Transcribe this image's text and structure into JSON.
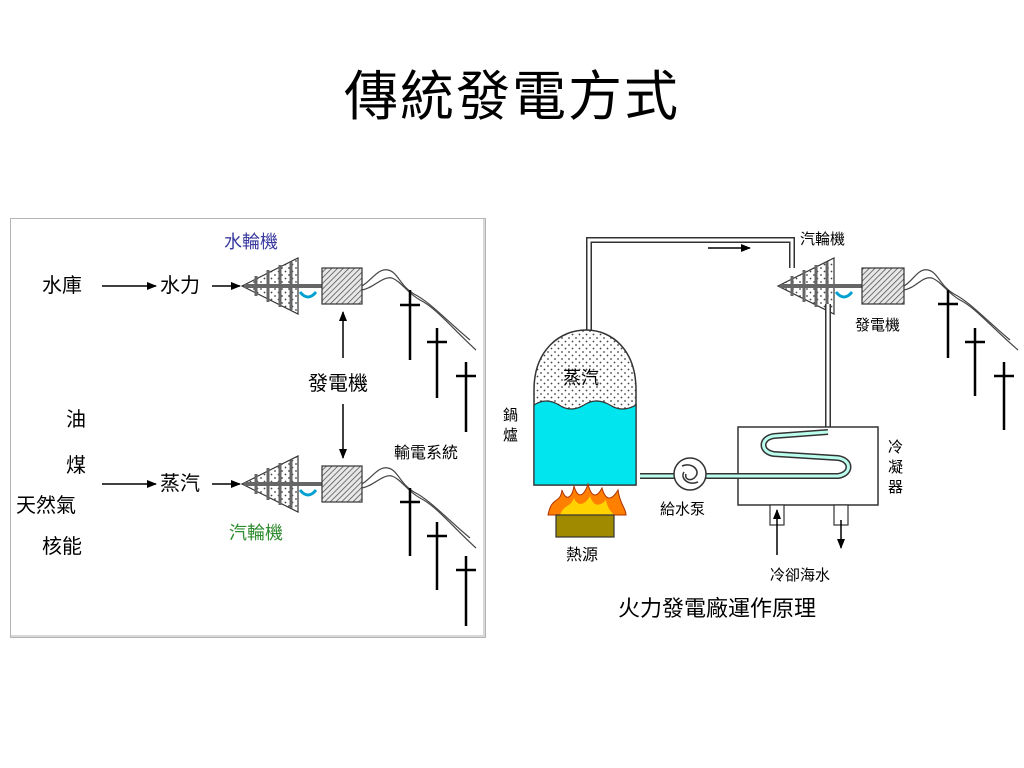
{
  "slide": {
    "title": "傳統發電方式"
  },
  "left_diagram": {
    "water_turbine": "水輪機",
    "reservoir": "水庫",
    "water_power": "水力",
    "generator": "發電機",
    "fuels": [
      "油",
      "煤",
      "天然氣",
      "核能"
    ],
    "steam": "蒸汽",
    "steam_turbine": "汽輪機",
    "transmission": "輸電系統"
  },
  "right_diagram": {
    "steam_turbine": "汽輪機",
    "generator": "發電機",
    "steam": "蒸汽",
    "boiler": [
      "鍋",
      "爐"
    ],
    "condenser": [
      "冷",
      "凝",
      "器"
    ],
    "feed_pump": "給水泵",
    "heat_source": "熱源",
    "cooling_water": "冷卻海水",
    "caption": "火力發電廠運作原理"
  },
  "colors": {
    "water_turbine_label": "#3a3aa0",
    "steam_turbine_label": "#2e8b2e",
    "boiler_water": "#00e5ee",
    "heat_block": "#a08a00",
    "flame": "#ff7f00"
  }
}
